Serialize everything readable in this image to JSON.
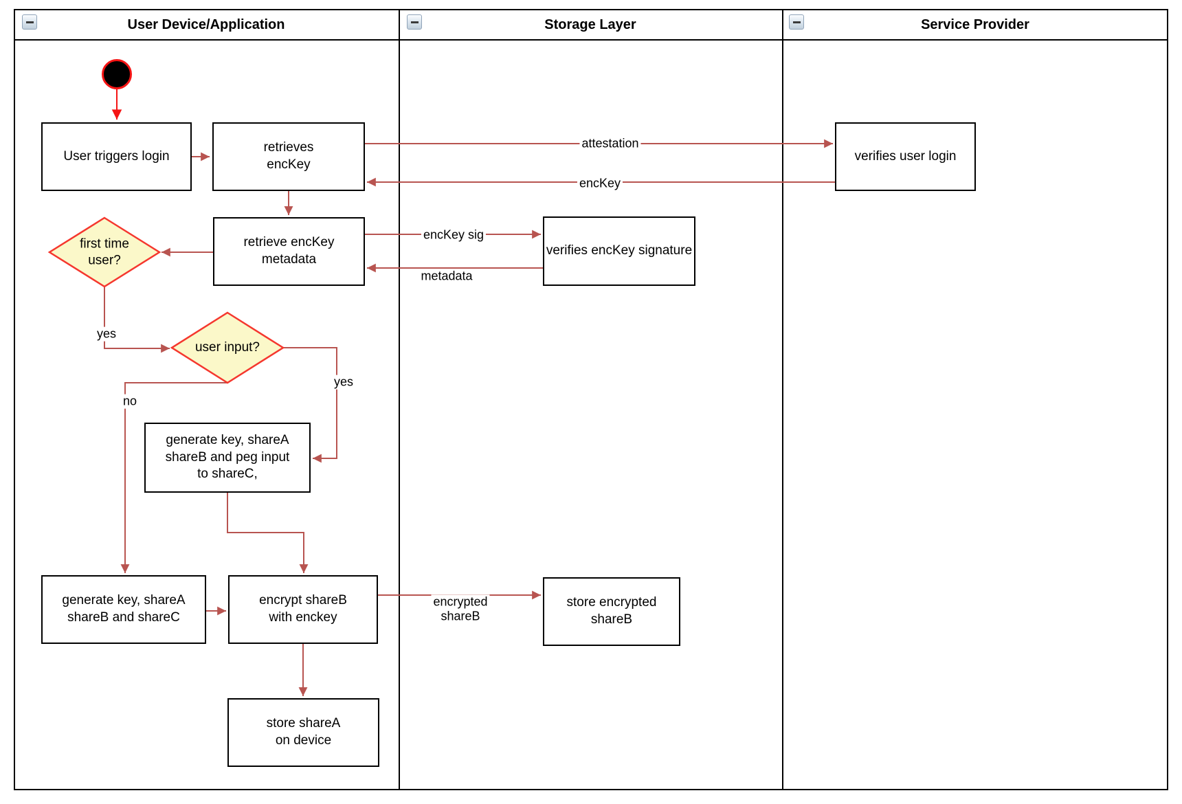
{
  "diagram": {
    "lanes": [
      {
        "title": "User Device/Application"
      },
      {
        "title": "Storage Layer"
      },
      {
        "title": "Service Provider"
      }
    ],
    "nodes": {
      "user_triggers_login": {
        "label": "User triggers login"
      },
      "retrieves_enckey": {
        "label": "retrieves\nencKey"
      },
      "verifies_user_login": {
        "label": "verifies user login"
      },
      "retrieve_metadata": {
        "label": "retrieve encKey\nmetadata"
      },
      "verifies_signature": {
        "label": "verifies encKey signature"
      },
      "generate_peg": {
        "label": "generate key, shareA\nshareB and peg input\nto shareC,"
      },
      "generate_sharec": {
        "label": "generate key, shareA\nshareB and shareC"
      },
      "encrypt_shareb": {
        "label": "encrypt shareB\nwith enckey"
      },
      "store_encrypted": {
        "label": "store encrypted\nshareB"
      },
      "store_sharea": {
        "label": "store shareA\non device"
      }
    },
    "decisions": {
      "first_time_user": {
        "label": "first time\nuser?"
      },
      "user_input": {
        "label": "user input?"
      }
    },
    "edge_labels": {
      "attestation": "attestation",
      "enckey": "encKey",
      "enckey_sig": "encKey sig",
      "metadata": "metadata",
      "yes_first_time": "yes",
      "yes_user_input": "yes",
      "no_user_input": "no",
      "encrypted_shareb": "encrypted\nshareB"
    },
    "colors": {
      "arrow": "#B85450",
      "start_arrow": "#F51414",
      "node_border": "#000000",
      "node_fill": "#FFFFFF",
      "decision_fill": "#FBF8C9",
      "decision_border": "#F5372E"
    }
  }
}
